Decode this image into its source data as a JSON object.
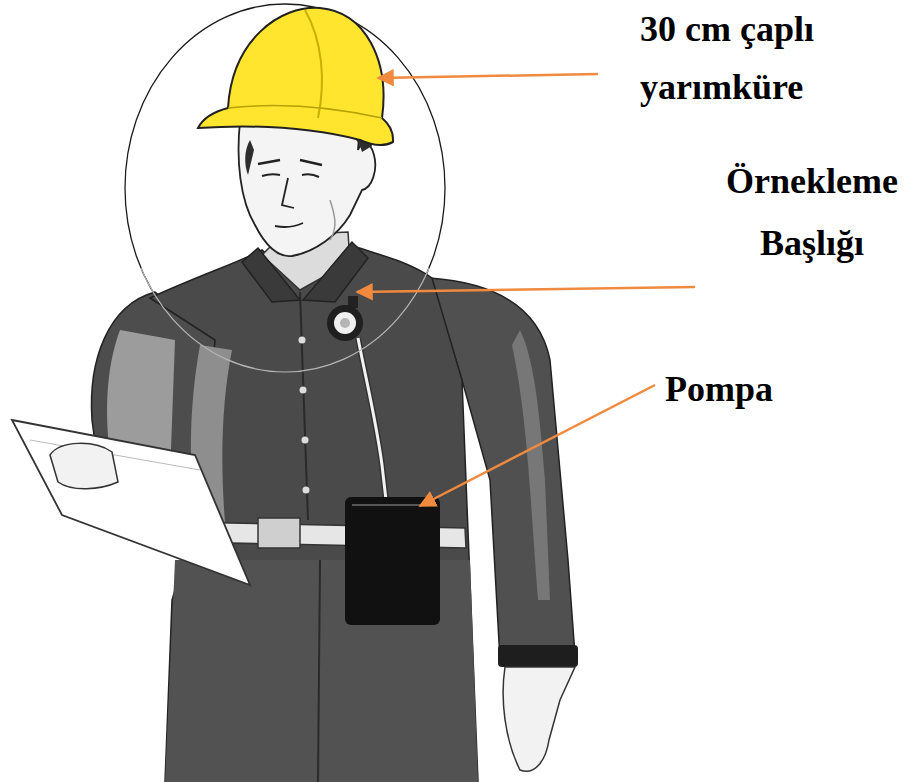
{
  "diagram": {
    "labels": [
      "30 cm çaplı yarımküre",
      "Örnekleme Başlığı",
      "Pompa"
    ]
  }
}
